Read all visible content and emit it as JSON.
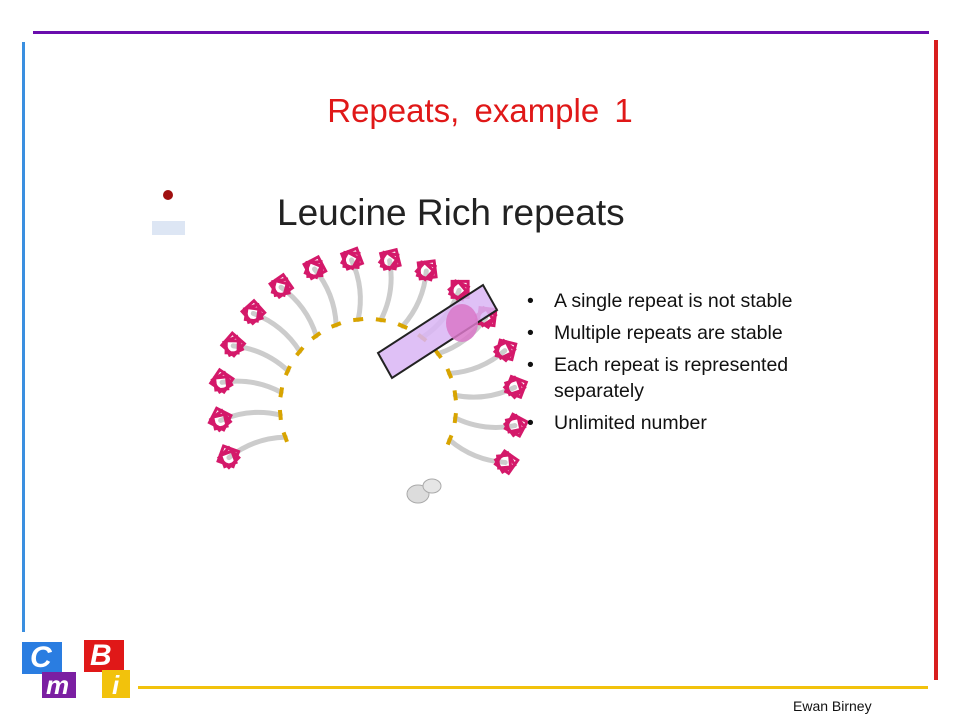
{
  "slide": {
    "title": "Repeats,  example  1",
    "figure_heading": "Leucine Rich repeats",
    "bullets": [
      "A single repeat is not stable",
      "Multiple repeats are stable",
      "Each repeat is represented separately",
      "Unlimited number"
    ]
  },
  "footer": {
    "author": "Ewan Birney",
    "logo_letters": [
      "C",
      "B",
      "m",
      "i"
    ]
  },
  "colors": {
    "title": "#e01818",
    "top_line": "#6a0dad",
    "left_line": "#3a8fe0",
    "right_line": "#d81e1e",
    "bottom_line": "#f2c20c",
    "helix": "#d4196a",
    "backbone": "#cccccc",
    "highlight_box": "#c99ff0"
  }
}
